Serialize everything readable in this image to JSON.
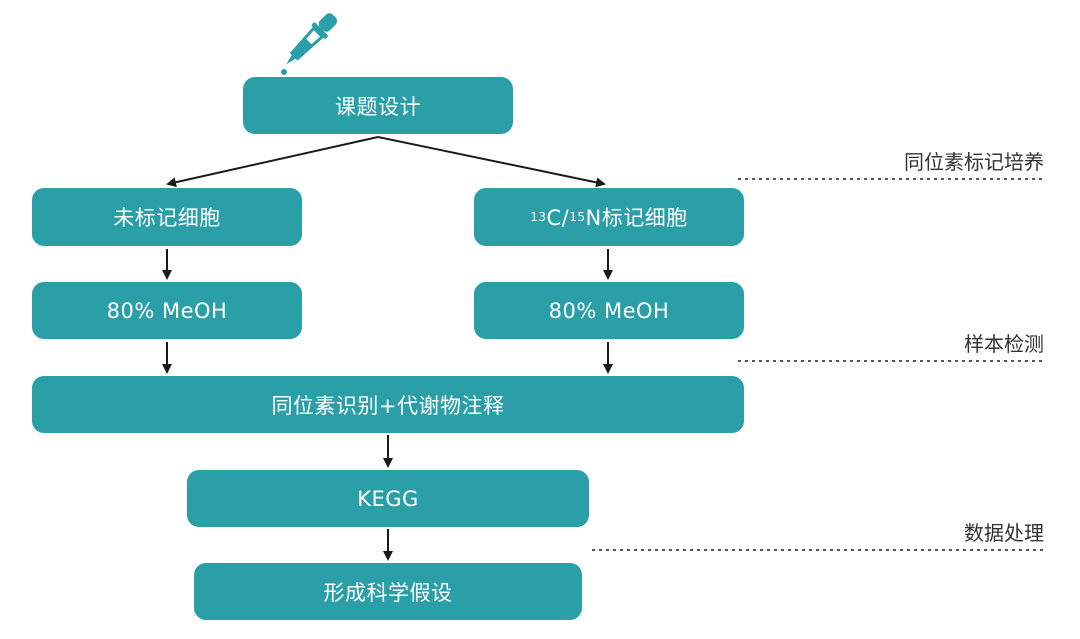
{
  "nodes": {
    "topic_design": "课题设计",
    "unlabeled_cells": "未标记细胞",
    "labeled_cells": {
      "sup1": "13",
      "part1": "C/",
      "sup2": "15",
      "part2": "N标记细胞"
    },
    "meoh_left": "80% MeOH",
    "meoh_right": "80% MeOH",
    "isotope_identification": "同位素识别+代谢物注释",
    "kegg": "KEGG",
    "hypothesis": "形成科学假设"
  },
  "stages": {
    "culture": "同位素标记培养",
    "detection": "样本检测",
    "data_processing": "数据处理"
  },
  "icons": {
    "top": "pipette-icon"
  },
  "colors": {
    "box": "#2a9fa8",
    "arrow": "#1a1a1a"
  }
}
